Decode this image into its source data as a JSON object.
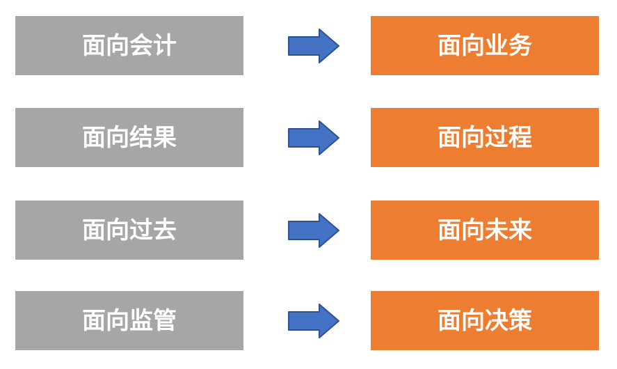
{
  "diagram": {
    "title": "",
    "rows": [
      {
        "left": "面向会计",
        "right": "面向业务"
      },
      {
        "left": "面向结果",
        "right": "面向过程"
      },
      {
        "left": "面向过去",
        "right": "面向未来"
      },
      {
        "left": "面向监管",
        "right": "面向决策"
      }
    ],
    "colors": {
      "left_box": "#A6A6A6",
      "right_box": "#ED7D31",
      "arrow_fill": "#4472C4",
      "arrow_border": "#2F528F",
      "text": "#FFFFFF",
      "background": "#FFFFFF"
    }
  }
}
